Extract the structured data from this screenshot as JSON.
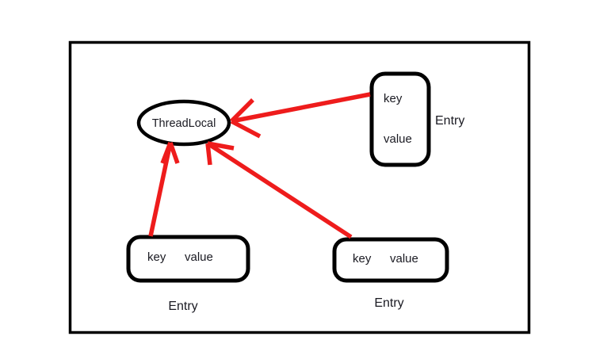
{
  "diagram": {
    "title_node": {
      "label": "ThreadLocal",
      "shape": "ellipse"
    },
    "entries": [
      {
        "id": "entry-top-right",
        "caption": "Entry",
        "orientation": "vertical",
        "key_label": "key",
        "value_label": "value"
      },
      {
        "id": "entry-bottom-left",
        "caption": "Entry",
        "orientation": "horizontal",
        "key_label": "key",
        "value_label": "value"
      },
      {
        "id": "entry-bottom-right",
        "caption": "Entry",
        "orientation": "horizontal",
        "key_label": "key",
        "value_label": "value"
      }
    ],
    "arrows": [
      {
        "id": "arrow-top-right-to-threadlocal",
        "from": "entry-top-right",
        "to": "title_node"
      },
      {
        "id": "arrow-bottom-left-to-threadlocal",
        "from": "entry-bottom-left",
        "to": "title_node"
      },
      {
        "id": "arrow-bottom-right-to-threadlocal",
        "from": "entry-bottom-right",
        "to": "title_node"
      }
    ],
    "colors": {
      "arrow": "#ee1c1c",
      "stroke": "#000000",
      "text": "#1a1a22",
      "background": "#ffffff"
    }
  }
}
